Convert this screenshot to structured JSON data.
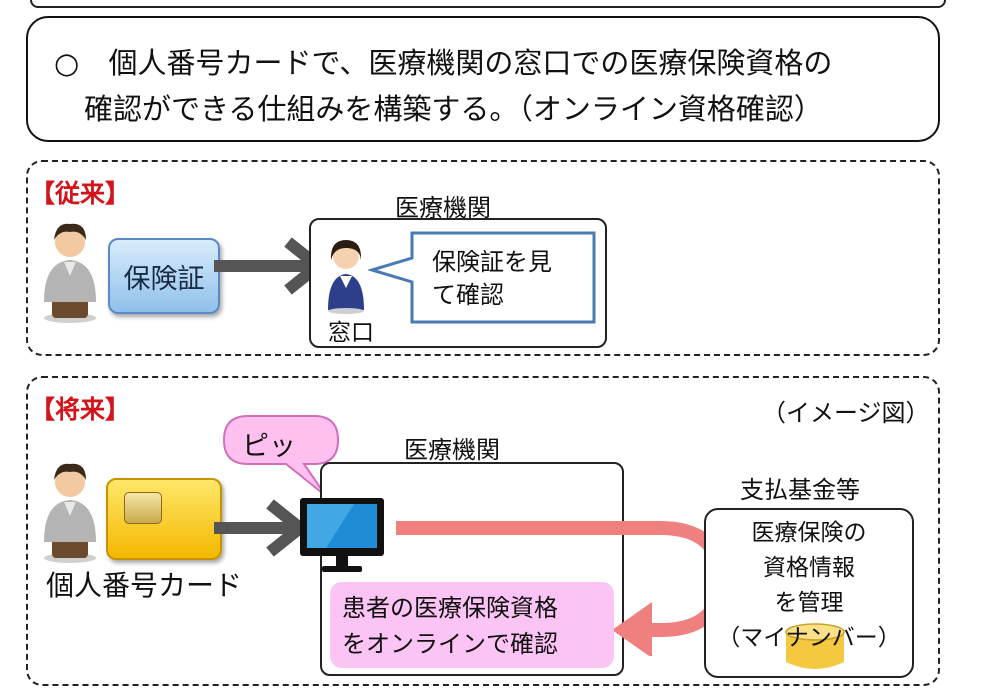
{
  "summary": {
    "bullet": "○",
    "line1": "個人番号カードで、医療機関の窓口での医療保険資格の",
    "line2": "確認ができる仕組みを構築する。（オンライン資格確認）"
  },
  "current": {
    "tag": "【従来】",
    "card_label": "保険証",
    "facility_label": "医療機関",
    "bubble_line1": "保険証を見",
    "bubble_line2": "て確認",
    "counter_label": "窓口"
  },
  "future": {
    "tag": "【将来】",
    "image_note": "（イメージ図）",
    "pip": "ピッ",
    "facility_label": "医療機関",
    "card_label": "個人番号カード",
    "fund_label": "支払基金等",
    "fund_line1": "医療保険の",
    "fund_line2": "資格情報",
    "fund_line3": "を管理",
    "fund_line4": "（マイナンバー）",
    "result_line1": "患者の医療保険資格",
    "result_line2": "をオンラインで確認"
  },
  "colors": {
    "tag": "#d4141b",
    "flow_arrow": "#f08080",
    "result_box": "#fbc4f4",
    "pip_bubble": "#ffc0f0"
  }
}
